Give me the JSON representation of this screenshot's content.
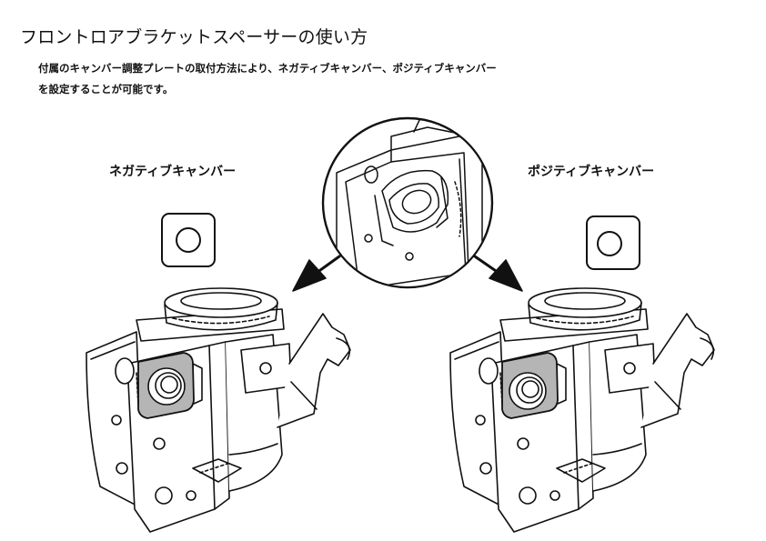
{
  "header": {
    "title": "フロントロアブラケットスペーサーの使い方"
  },
  "description": {
    "line1": "付属のキャンバー調整プレートの取付方法により、ネガティブキャンバー、ポジティブキャンバー",
    "line2": "を設定することが可能です。"
  },
  "labels": {
    "negative": "ネガティブキャンバー",
    "positive": "ポジティブキャンバー"
  },
  "colors": {
    "line": "#111111",
    "plate_fill": "#b5b5b5",
    "background": "#ffffff"
  },
  "icons": {
    "negative_plate": "square-plate-centered-hole-icon",
    "positive_plate": "square-plate-offset-hole-icon",
    "arrows": "diagonal-down-arrow-icon"
  }
}
